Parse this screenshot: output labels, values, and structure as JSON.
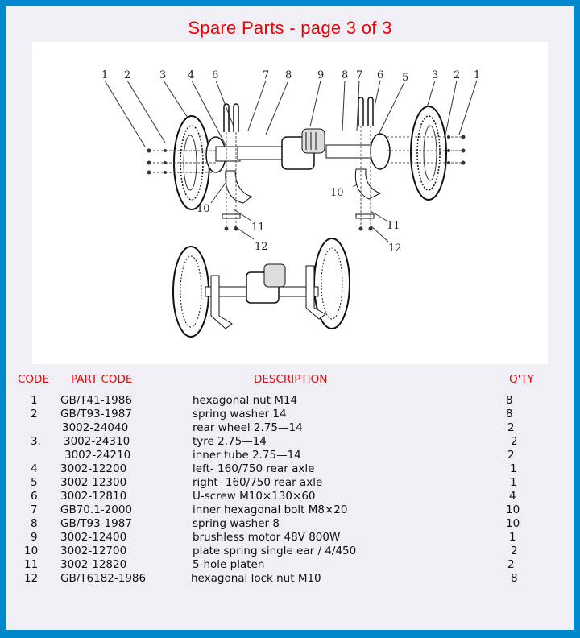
{
  "title": "Spare Parts - page 3 of 3",
  "colors": {
    "frame_border": "#0088cc",
    "background": "#f0eff5",
    "accent_red": "#ee0000",
    "diagram_bg": "#ffffff"
  },
  "diagram": {
    "description": "Exploded view of rear axle assembly with motor, wheels and leaf springs",
    "callouts_top": [
      "1",
      "2",
      "3",
      "4",
      "6",
      "7",
      "8",
      "9",
      "8",
      "7",
      "6",
      "5",
      "3",
      "2",
      "1"
    ],
    "callouts_left_lower": [
      "10",
      "11",
      "12"
    ],
    "callouts_right_lower": [
      "10",
      "11",
      "12"
    ]
  },
  "table": {
    "headers": {
      "code": "CODE",
      "part_code": "PART CODE",
      "description": "DESCRIPTION",
      "qty": "Q'TY"
    },
    "rows": [
      {
        "code": "1",
        "part_code": "GB/T41-1986",
        "description": "hexagonal nut M14",
        "qty": "8"
      },
      {
        "code": "2",
        "part_code": "GB/T93-1987",
        "description": "spring washer 14",
        "qty": "8"
      },
      {
        "code": "",
        "part_code": "3002-24040",
        "description": "rear wheel 2.75—14",
        "qty": "2"
      },
      {
        "code": "3.",
        "part_code": "3002-24310",
        "description": "tyre 2.75—14",
        "qty": "2"
      },
      {
        "code": "",
        "part_code": "3002-24210",
        "description": "inner tube 2.75—14",
        "qty": "2"
      },
      {
        "code": "4",
        "part_code": "3002-12200",
        "description": "left- 160/750 rear axle",
        "qty": "1"
      },
      {
        "code": "5",
        "part_code": "3002-12300",
        "description": "right- 160/750 rear axle",
        "qty": "1"
      },
      {
        "code": "6",
        "part_code": "3002-12810",
        "description": "U-screw M10×130×60",
        "qty": "4"
      },
      {
        "code": "7",
        "part_code": "GB70.1-2000",
        "description": "inner hexagonal bolt M8×20",
        "qty": "10"
      },
      {
        "code": "8",
        "part_code": "GB/T93-1987",
        "description": "spring washer 8",
        "qty": "10"
      },
      {
        "code": "9",
        "part_code": "3002-12400",
        "description": "brushless motor 48V 800W",
        "qty": "1"
      },
      {
        "code": "10",
        "part_code": "3002-12700",
        "description": "plate spring single ear / 4/450",
        "qty": "2"
      },
      {
        "code": "11",
        "part_code": "3002-12820",
        "description": "5-hole platen",
        "qty": "2"
      },
      {
        "code": "12",
        "part_code": "GB/T6182-1986",
        "description": "hexagonal lock nut M10",
        "qty": "8"
      }
    ]
  }
}
